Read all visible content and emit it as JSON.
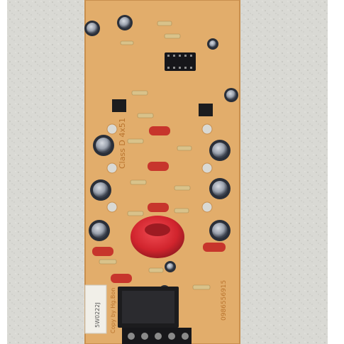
{
  "scene": {
    "subject": "pcb",
    "colors": {
      "background_white": "#ffffff",
      "granite_surface": "#d9d9d4",
      "board": "#e2ad6b",
      "board_edge": "#c88f4e",
      "toroid_red": "#d1242d",
      "capacitor_red": "#c7352c",
      "relay_black": "#1c1c1e",
      "electrolytic_dark": "#2a2f39",
      "resistor_sand": "#d9c28a",
      "ceramic_white": "#f1efe8"
    }
  },
  "board_markings": {
    "model": "Class D 4x51",
    "copy_note": "Copy by Hg.Bon",
    "phone": "0986556915",
    "resistor_label": "5W0222J"
  }
}
